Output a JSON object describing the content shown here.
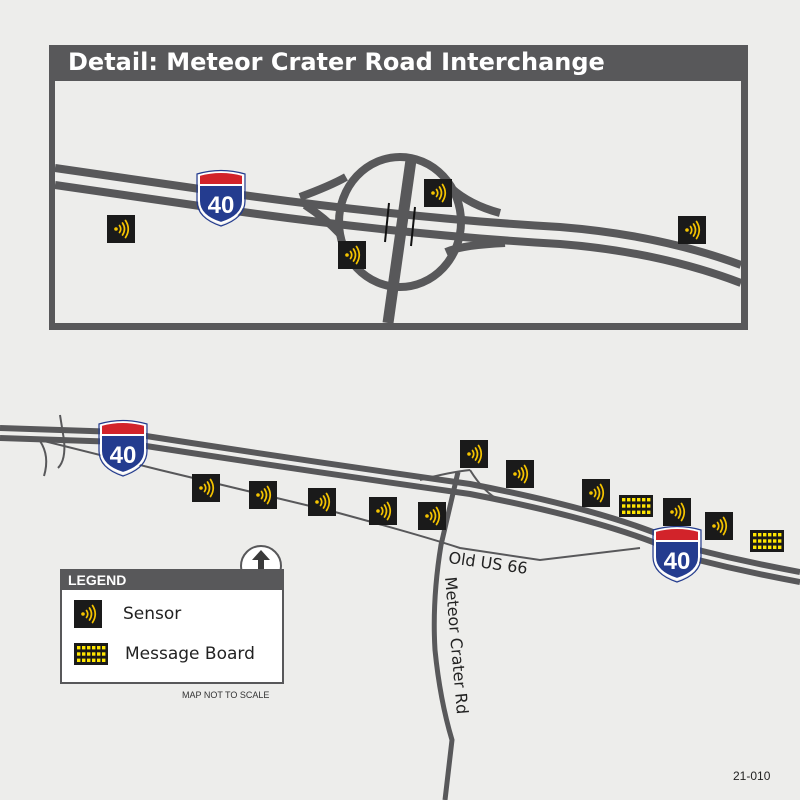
{
  "detail": {
    "title": "Detail:  Meteor Crater Road Interchange"
  },
  "shields": {
    "interstate": "40"
  },
  "roads": {
    "old_us_66": "Old US 66",
    "meteor_crater_rd": "Meteor Crater Rd"
  },
  "legend": {
    "title": "LEGEND",
    "items": [
      {
        "icon": "sensor-icon",
        "label": "Sensor"
      },
      {
        "icon": "message-board-icon",
        "label": "Message Board"
      }
    ]
  },
  "north_arrow": {
    "label": "N"
  },
  "scale_note": "MAP NOT TO SCALE",
  "map_code": "21-010",
  "colors": {
    "road": "#58585a",
    "icon_bg": "#1a1a1a",
    "sensor": "#f5c400",
    "board": "#ffe600",
    "shield_red": "#d2232a",
    "shield_blue": "#243c8f",
    "background": "#ededeb"
  }
}
